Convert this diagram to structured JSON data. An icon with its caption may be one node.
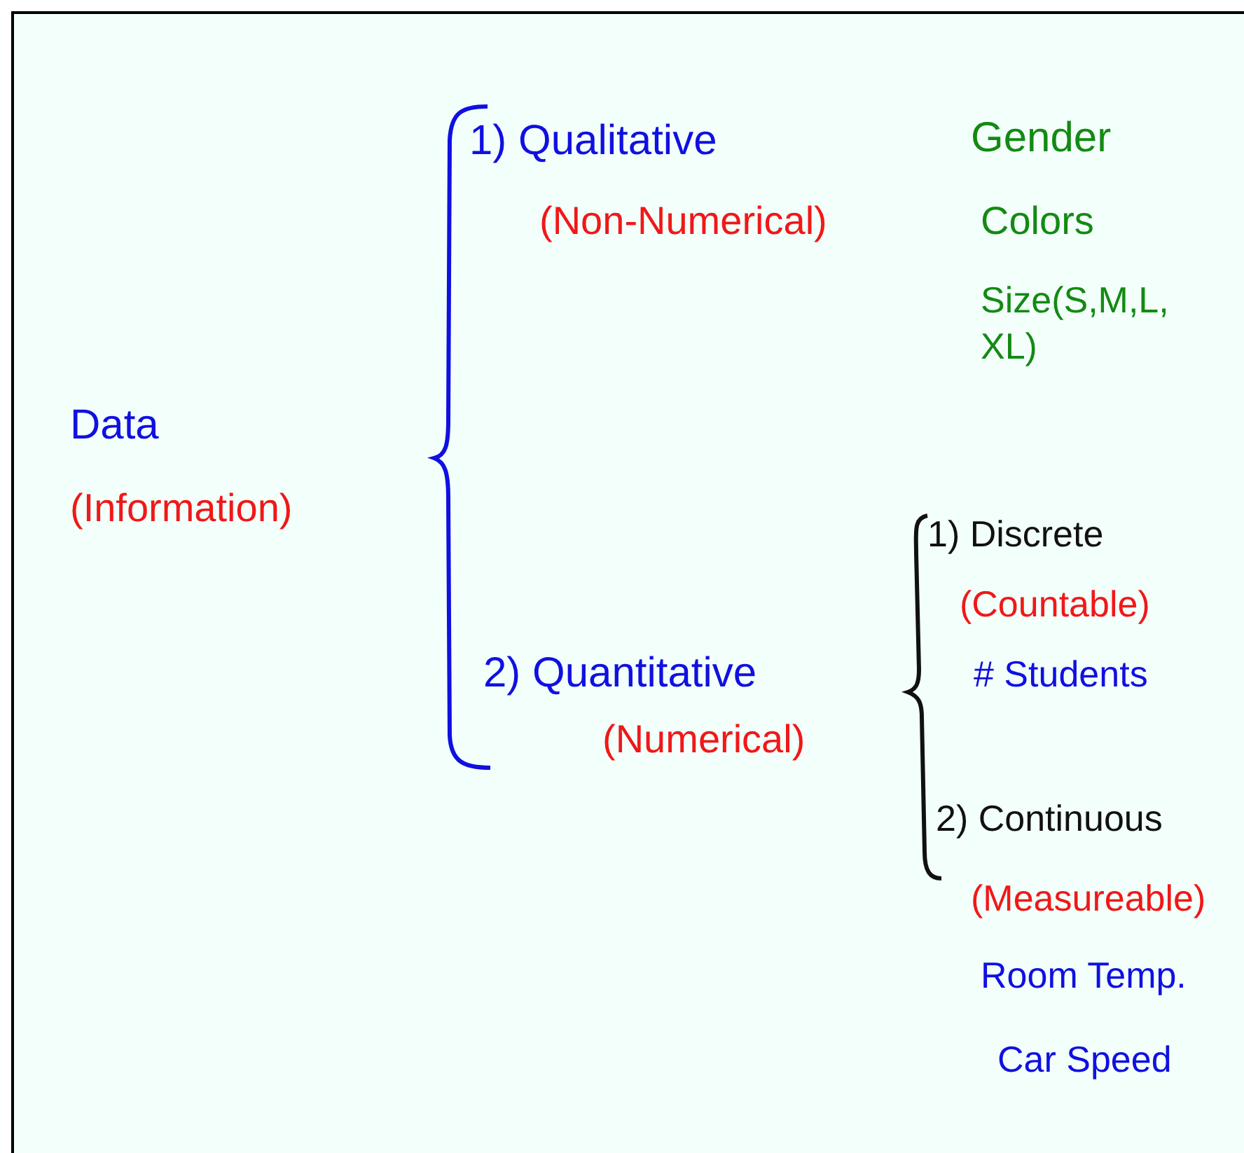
{
  "diagram": {
    "labels": [
      "1) Qualitative",
      "Gender",
      "(Non-Numerical)",
      "Colors",
      "Size(S,M,L, XL)",
      "Data",
      "(Information)",
      "1) Discrete",
      "(Countable)",
      "2) Quantitative",
      "# Students",
      "(Numerical)",
      "2) Continuous",
      "(Measureable)",
      "Room Temp.",
      "Car Speed"
    ]
  }
}
